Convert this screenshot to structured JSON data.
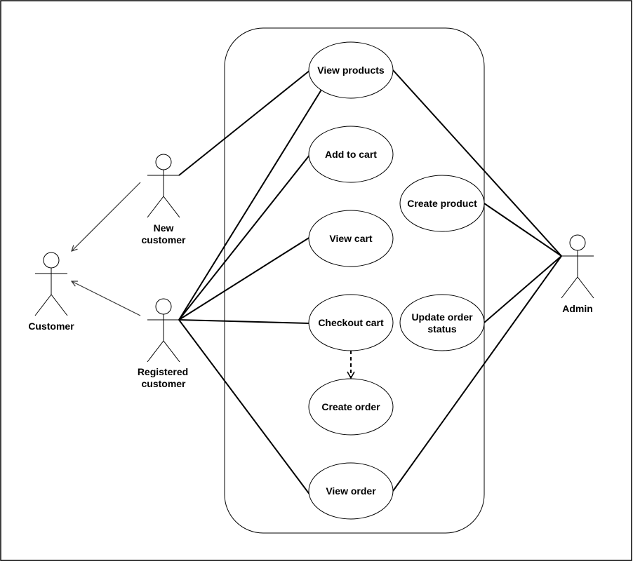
{
  "actors": {
    "new_customer": {
      "label_line1": "New",
      "label_line2": "customer"
    },
    "registered_customer": {
      "label_line1": "Registered",
      "label_line2": "customer"
    },
    "customer": {
      "label": "Customer"
    },
    "admin": {
      "label": "Admin"
    }
  },
  "use_cases": {
    "view_products": "View products",
    "add_to_cart": "Add to cart",
    "view_cart": "View cart",
    "checkout_cart": "Checkout cart",
    "create_order": "Create order",
    "view_order": "View order",
    "create_product": "Create product",
    "update_order_status_line1": "Update order",
    "update_order_status_line2": "status"
  },
  "colors": {
    "stroke": "#000000",
    "background": "#ffffff",
    "generalization": "#333333"
  }
}
